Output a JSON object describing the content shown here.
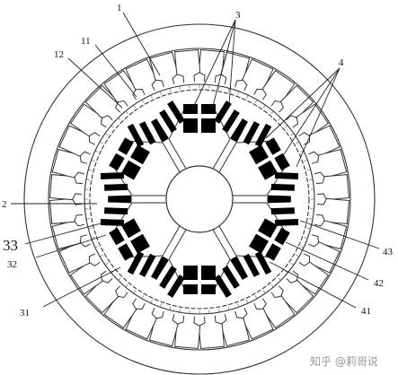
{
  "labels": {
    "l1": "1",
    "l11": "11",
    "l12": "12",
    "l3": "3",
    "l4": "4",
    "l2": "2",
    "l33": "33",
    "l32": "32",
    "l31": "31",
    "l43": "43",
    "l42": "42",
    "l41": "41"
  },
  "watermark": "知乎 @莉哥说"
}
